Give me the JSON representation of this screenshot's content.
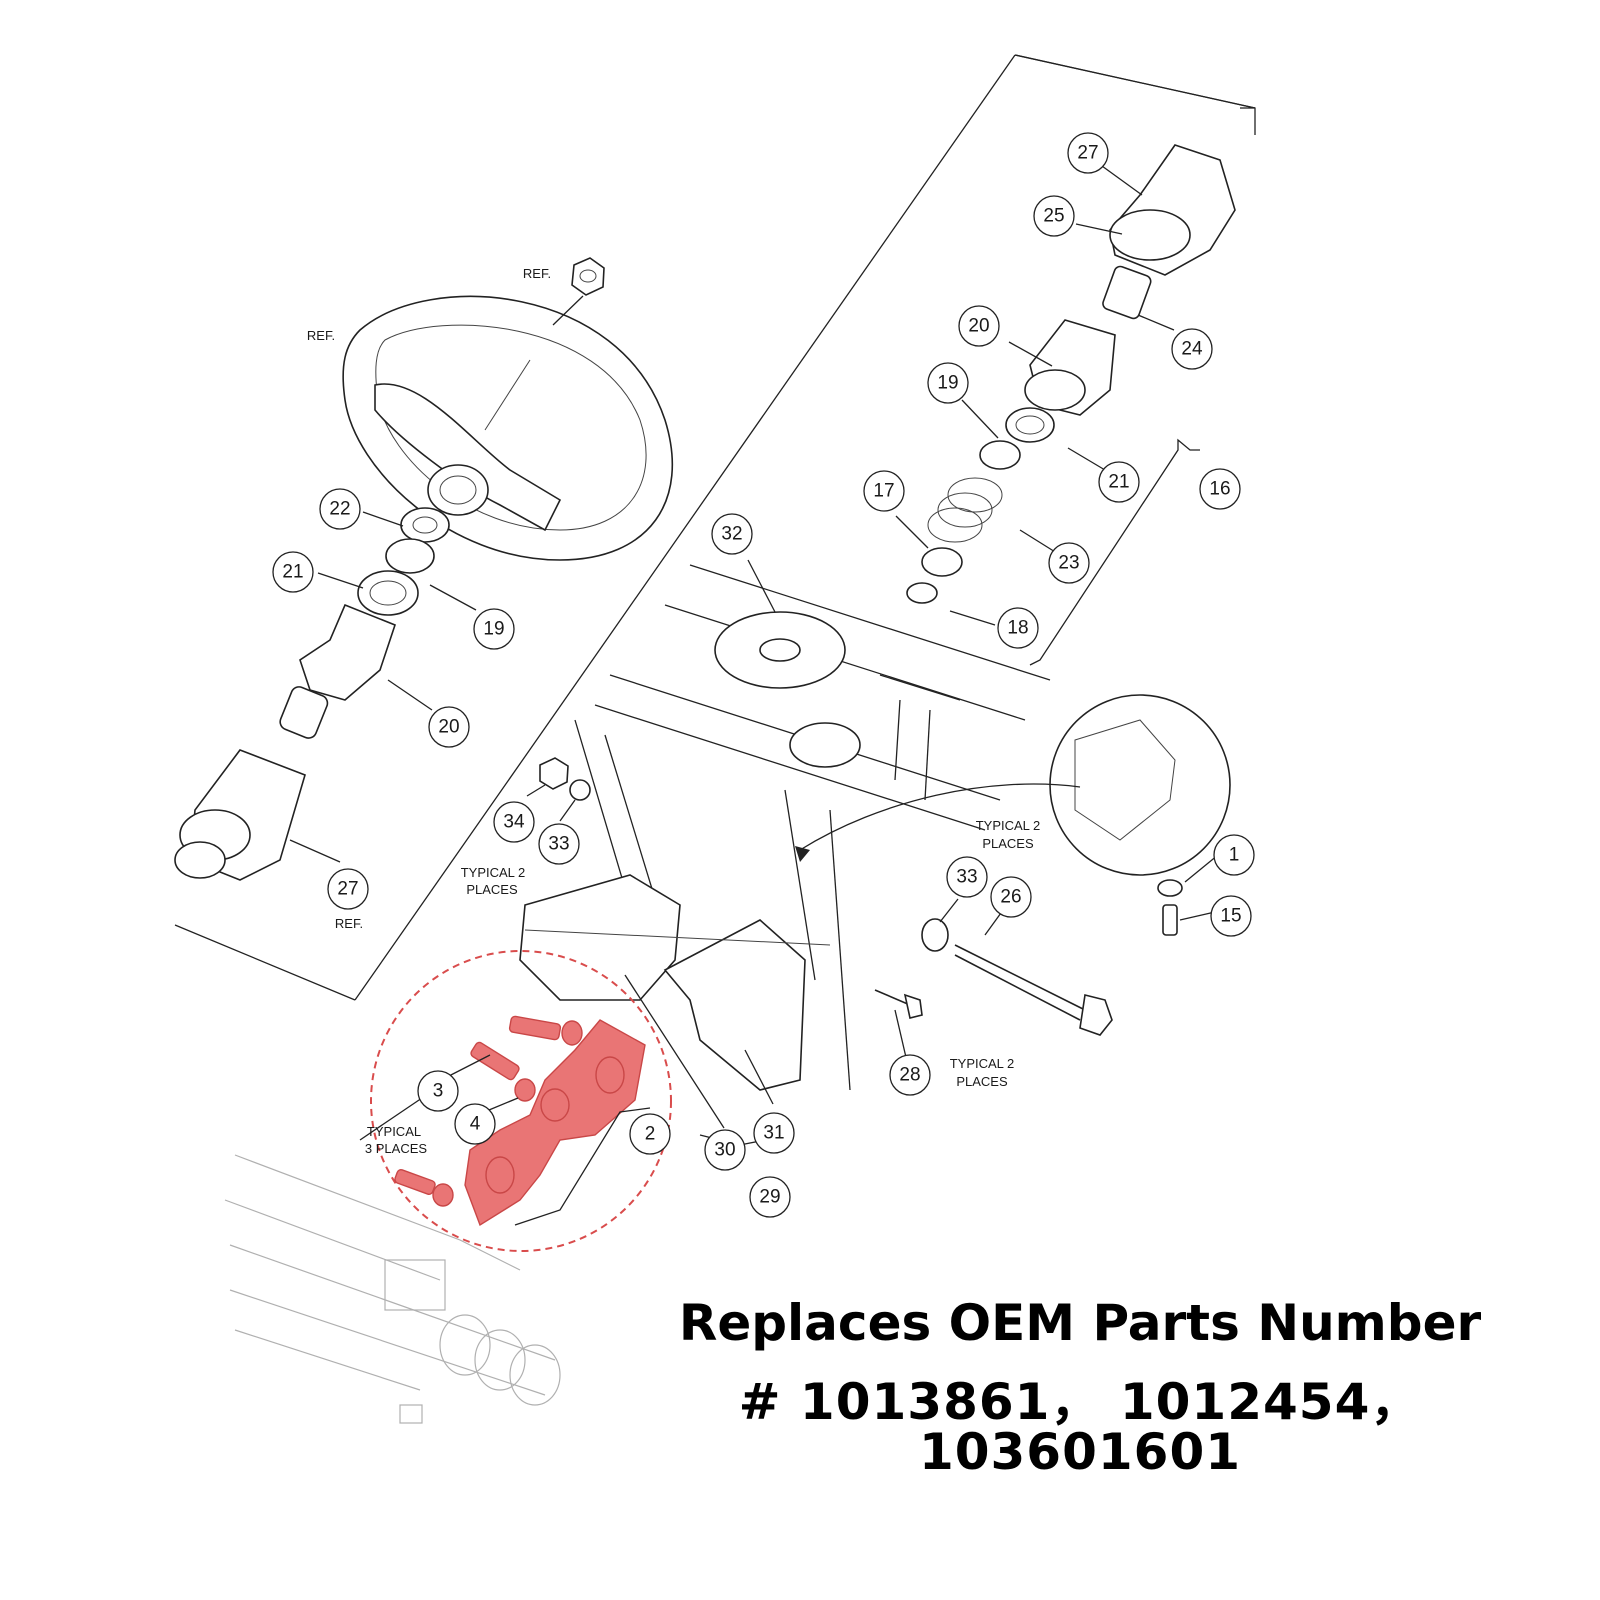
{
  "colors": {
    "highlight": "#e97575",
    "highlight_dash": "#d94c4c",
    "ink": "#222222",
    "ghost": "#b0b0b0"
  },
  "diagram": {
    "callouts": [
      "1",
      "2",
      "3",
      "4",
      "15",
      "16",
      "17",
      "18",
      "19",
      "19",
      "20",
      "20",
      "21",
      "21",
      "22",
      "23",
      "24",
      "25",
      "26",
      "27",
      "27",
      "28",
      "29",
      "30",
      "31",
      "32",
      "33",
      "33",
      "34"
    ],
    "notes": {
      "ref_nut": "REF.",
      "ref_wheel": "REF.",
      "ref_shaft": "REF.",
      "typical_2_places_washer_line1": "TYPICAL 2",
      "typical_2_places_washer_line2": "PLACES",
      "typical_2_places_bracket_line1": "TYPICAL 2",
      "typical_2_places_bracket_line2": "PLACES",
      "typical_2_places_bolt_line1": "TYPICAL 2",
      "typical_2_places_bolt_line2": "PLACES",
      "typical_3_places_line1": "TYPICAL",
      "typical_3_places_line2": "3 PLACES"
    },
    "highlighted_part": "steering-universal-joint"
  },
  "caption": {
    "title": "Replaces OEM Parts Number",
    "numbers": "# 1013861， 1012454， 103601601"
  }
}
